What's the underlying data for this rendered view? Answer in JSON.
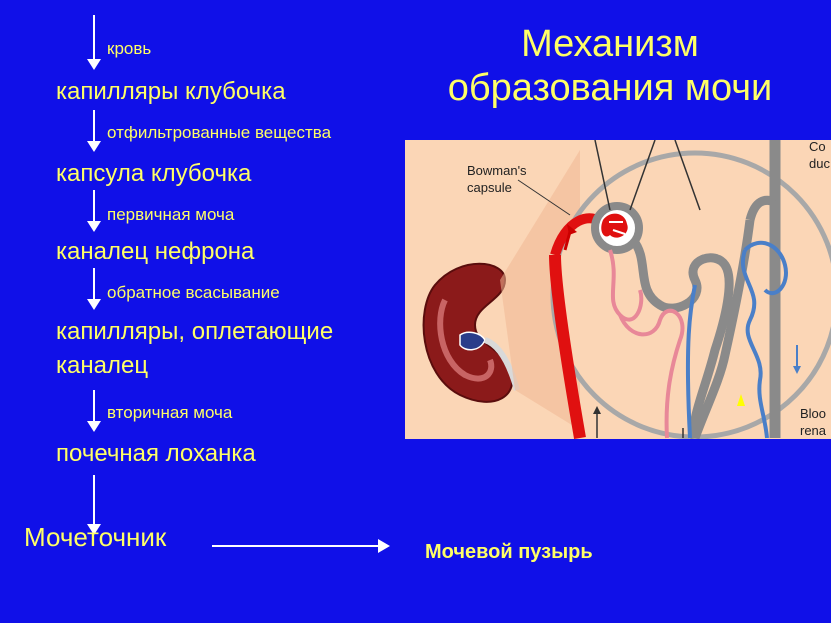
{
  "title": {
    "line1": "Механизм",
    "line2": "образования мочи"
  },
  "flow": {
    "notes": [
      "кровь",
      "отфильтрованные вещества",
      "первичная моча",
      "обратное всасывание",
      "вторичная моча"
    ],
    "steps": [
      "капилляры клубочка",
      "капсула клубочка",
      "каналец нефрона",
      "капилляры, оплетающие",
      "каналец",
      "почечная лоханка"
    ],
    "ureter": "Мочеточник",
    "bladder": "Мочевой пузырь"
  },
  "diagram": {
    "label_bowman": [
      "Bowman's",
      "capsule"
    ],
    "label_collecting": [
      "Co",
      "duc"
    ],
    "label_blood": [
      "Bloo",
      "rena"
    ]
  },
  "colors": {
    "background": "#1010e8",
    "text": "#ffff66",
    "diagram_bg": "#fbd6b6",
    "blood_red": "#e01010",
    "tubule_gray": "#8a8a8a",
    "vein_blue": "#4a7fc8"
  }
}
